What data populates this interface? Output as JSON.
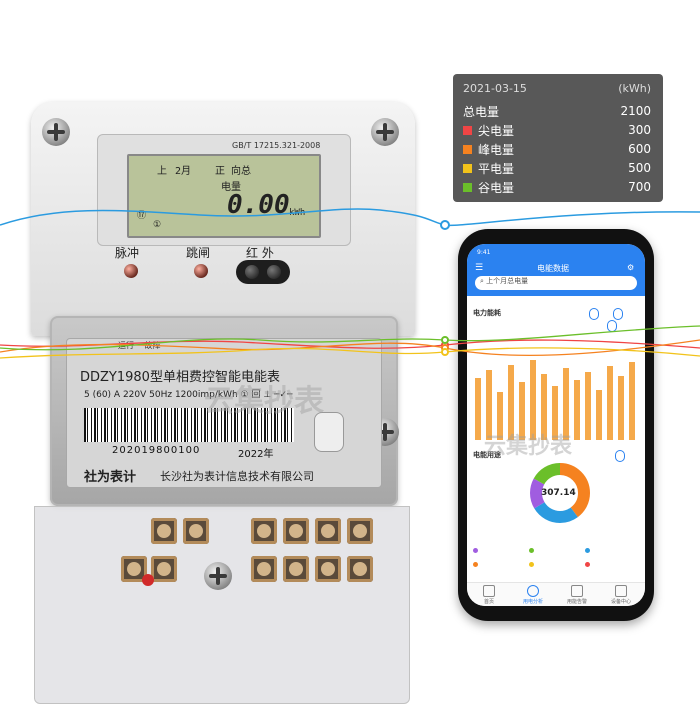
{
  "meter": {
    "standard": "GB/T 17215.321-2008",
    "lcd": {
      "top_left": "上",
      "month": "2月",
      "mode": "正 向总",
      "label": "电量",
      "reading": "0.00",
      "unit": "kWh",
      "indicator_1": "⑰",
      "indicator_2": "①"
    },
    "labels": {
      "pulse": "脉冲",
      "trip": "跳闸",
      "infrared": "红 外"
    },
    "status": {
      "running": "运行",
      "fault": "故障"
    },
    "model": "DDZY1980型单相费控智能电能表",
    "spec": "5 (60) A 220V 50Hz 1200imp/kWh ① 回 ⊥ ─✓─",
    "serial": "202019800100",
    "year": "2022年",
    "brand_logo": "社为表计",
    "company": "长沙社为表计信息技术有限公司"
  },
  "popup": {
    "date": "2021-03-15",
    "unit": "(kWh)",
    "rows": [
      {
        "label": "总电量",
        "value": "2100",
        "color": ""
      },
      {
        "label": "尖电量",
        "value": "300",
        "color": "#f04545"
      },
      {
        "label": "峰电量",
        "value": "600",
        "color": "#f58220"
      },
      {
        "label": "平电量",
        "value": "500",
        "color": "#f2c31b"
      },
      {
        "label": "谷电量",
        "value": "700",
        "color": "#6bbf2a"
      }
    ]
  },
  "phone": {
    "time": "9:41",
    "title": "电能数据",
    "search_placeholder": "上个月总电量",
    "section_energy": "电力能耗",
    "section_usage": "电能用途",
    "donut_value": "307.14",
    "tabs": [
      "首页",
      "用电分析",
      "用能告警",
      "设备中心"
    ]
  },
  "watermark": {
    "text": "云集抄表"
  },
  "colors": {
    "series": [
      "#2b9be0",
      "#f04545",
      "#f58220",
      "#f2c31b",
      "#6bbf2a"
    ],
    "app_blue": "#2b82f0"
  }
}
